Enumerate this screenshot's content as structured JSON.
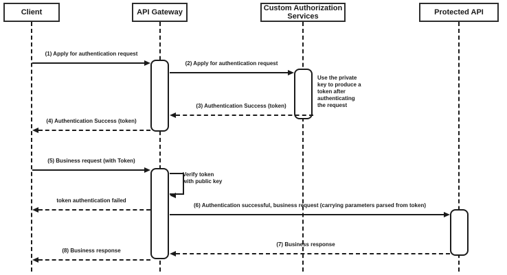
{
  "diagram": {
    "kind": "sequence-diagram",
    "colors": {
      "background": "#ffffff",
      "line": "#1a1a1a",
      "box_border": "#2d2d2d",
      "box_fill": "#ffffff"
    },
    "actors": [
      {
        "label": "Client"
      },
      {
        "label": "API Gateway"
      },
      {
        "label": "Custom Authorization Services"
      },
      {
        "label": "Protected API"
      }
    ],
    "messages": [
      {
        "label": "(1) Apply for authentication request",
        "from": "Client",
        "to": "API Gateway",
        "line": "solid"
      },
      {
        "label": "(2) Apply for authentication request",
        "from": "API Gateway",
        "to": "Custom Authorization Services",
        "line": "solid"
      },
      {
        "label": "(3) Authentication Success (token)",
        "from": "Custom Authorization Services",
        "to": "API Gateway",
        "line": "dashed"
      },
      {
        "label": "(4) Authentication Success (token)",
        "from": "API Gateway",
        "to": "Client",
        "line": "dashed"
      },
      {
        "label": "(5) Business request (with Token)",
        "from": "Client",
        "to": "API Gateway",
        "line": "solid"
      },
      {
        "label": "Verify token\nwith public key",
        "from": "API Gateway",
        "to": "API Gateway",
        "line": "solid",
        "self": true
      },
      {
        "label": "token authentication failed",
        "from": "API Gateway",
        "to": "Client",
        "line": "dashed"
      },
      {
        "label": "(6) Authentication successful, business request (carrying parameters parsed from token)",
        "from": "API Gateway",
        "to": "Protected API",
        "line": "solid"
      },
      {
        "label": "(7) Business response",
        "from": "Protected API",
        "to": "API Gateway",
        "line": "dashed"
      },
      {
        "label": "(8) Business response",
        "from": "API Gateway",
        "to": "Client",
        "line": "dashed"
      }
    ],
    "notes": [
      {
        "label": "Use the private key to produce a token after authenticating the request",
        "attached_to": "Custom Authorization Services"
      }
    ]
  }
}
